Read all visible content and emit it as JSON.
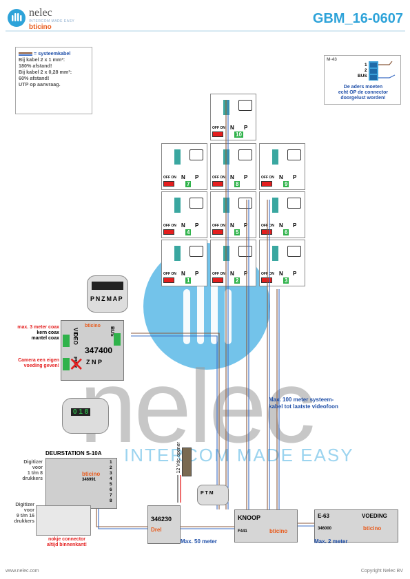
{
  "header": {
    "brand": "nelec",
    "tagline": "INTERCOM MADE EASY",
    "subbrand": "bticino",
    "doc_code": "GBM_16-0607"
  },
  "note": {
    "title": "= systeemkabel",
    "lines": [
      "Bij kabel 2 x 1 mm²:",
      "180% afstand!",
      "Bij kabel 2 x 0,28 mm²:",
      "60% afstand!",
      "UTP op aanvraag."
    ]
  },
  "m43": {
    "label": "M-43",
    "pin1": "1",
    "pin2": "2",
    "bus": "BUS",
    "note": [
      "De aders moeten",
      "echt OP de connector",
      "doorgelust worden!"
    ]
  },
  "monitors": {
    "unit_labels": {
      "n": "N",
      "p": "P",
      "offon": "OFF ON"
    },
    "numbers": [
      "1",
      "2",
      "3",
      "4",
      "5",
      "6",
      "7",
      "8",
      "9",
      "10"
    ]
  },
  "video_module": {
    "model": "347400",
    "brand": "bticino",
    "video_label": "VIDEO",
    "bus_label": "BUS",
    "pwr_label": "PWR",
    "dip_top": "P N Z M A P",
    "dip_bottom": "Z N P",
    "left_notes": [
      "max. 3 meter coax",
      "kern coax",
      "mantel coax"
    ],
    "camera_note": [
      "Camera een eigen",
      "voeding geven!"
    ]
  },
  "doorstation": {
    "title": "DEURSTATION S-10A",
    "model": "346991",
    "brand": "bticino",
    "dip_values": "0 1 8",
    "digitizer_1": [
      "Digitizer",
      "voor",
      "1 t/m 8",
      "drukkers"
    ],
    "digitizer_2": [
      "Digitizer",
      "voor",
      "9 t/m 16",
      "drukkers"
    ],
    "connector_note": [
      "nokje connector",
      "altijd binnenkant!"
    ],
    "buttons": [
      "1",
      "2",
      "3",
      "4",
      "5",
      "6",
      "7",
      "8"
    ]
  },
  "opener": {
    "label": "12 Vdc opener",
    "relay_model": "346230",
    "relay_brand": "Drel",
    "dip": "P T M"
  },
  "knoop": {
    "title": "KNOOP",
    "model": "F441",
    "brand": "bticino"
  },
  "psu": {
    "model_tag": "E-63",
    "title": "VOEDING",
    "model": "346000",
    "brand": "bticino"
  },
  "cable_notes": {
    "max_100": [
      "Max. 100 meter systeem-",
      "kabel tot laatste videofoon"
    ],
    "max_50": "Max. 50 meter",
    "max_2": "Max. 2 meter"
  },
  "footer": {
    "left": "www.nelec.com",
    "right": "Copyright Nelec BV"
  },
  "colors": {
    "accent": "#2ea3d9",
    "warning": "#e41e1e",
    "note_blue": "#1f4fa8",
    "cable_brown": "#8b5a3c",
    "cable_blue": "#3b6cc4",
    "terminal_green": "#2fb24a"
  }
}
